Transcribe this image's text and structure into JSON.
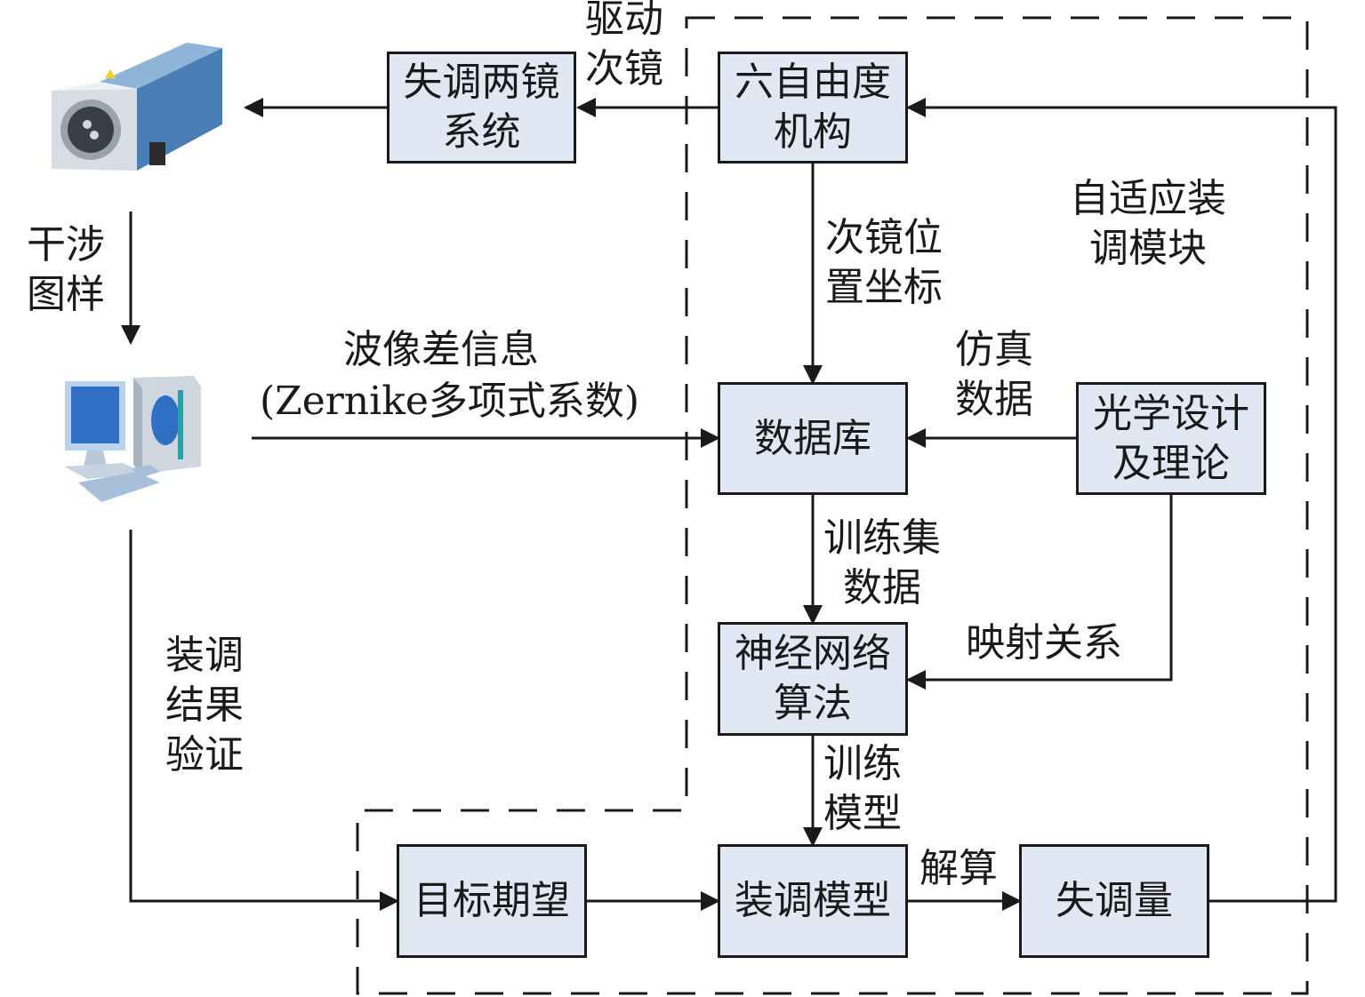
{
  "diagram": {
    "module_label": "自适应装\n调模块",
    "boxes": {
      "misaligned_system": "失调两镜\n系统",
      "six_dof": "六自由度\n机构",
      "database": "数据库",
      "optical_design": "光学设计\n及理论",
      "neural_network": "神经网络\n算法",
      "target": "目标期望",
      "alignment_model": "装调模型",
      "misalignment": "失调量"
    },
    "edge_labels": {
      "drive_secondary": "驱动\n次镜",
      "interference": "干涉\n图样",
      "secondary_position": "次镜位\n置坐标",
      "wavefront_line1": "波像差信息",
      "wavefront_line2": "(Zernike多项式系数)",
      "simulation_data": "仿真\n数据",
      "training_set": "训练集\n数据",
      "mapping": "映射关系",
      "train_model": "训练\n模型",
      "solve": "解算",
      "verification": "装调\n结果\n验证"
    },
    "icons": {
      "interferometer": "interferometer-icon",
      "computer": "computer-icon"
    },
    "colors": {
      "box_fill": "#e1e7f3",
      "stroke": "#1a1a1a",
      "interferometer_body": "#4a7fb5",
      "screen": "#2f6fc4"
    }
  }
}
